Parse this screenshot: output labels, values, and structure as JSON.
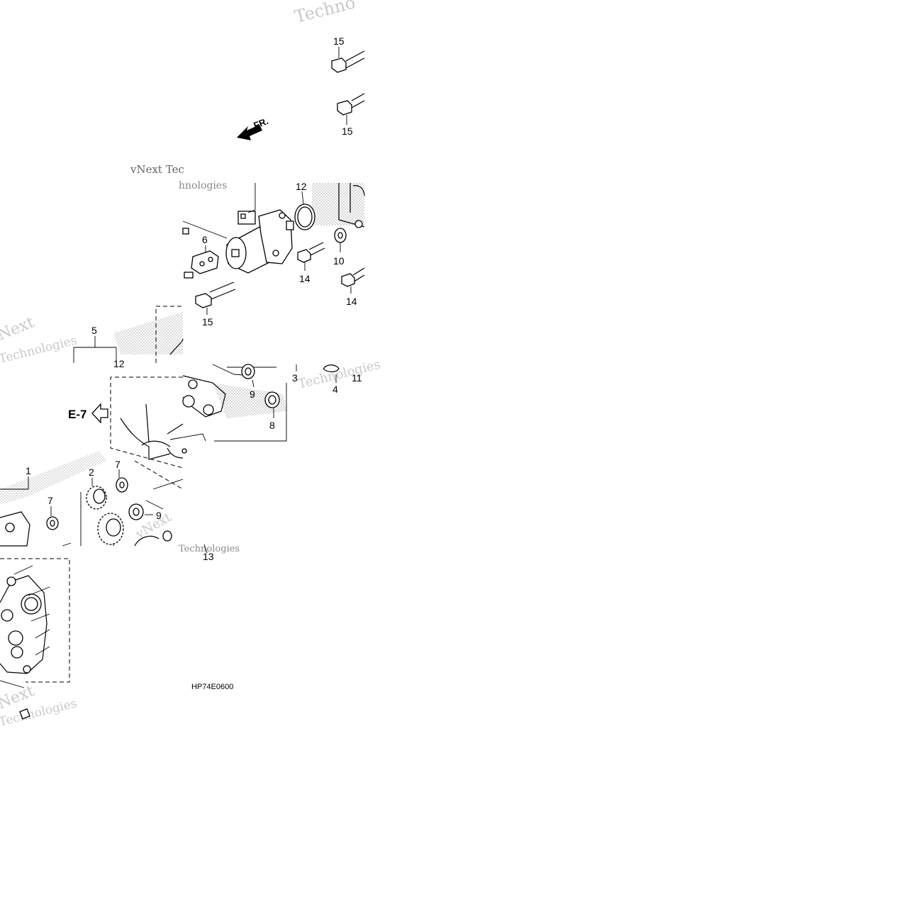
{
  "diagram": {
    "code": "HP74E0600",
    "direction_label": "FR.",
    "reference_label": "E-7",
    "callouts": {
      "c1": "1",
      "c2": "2",
      "c3": "3",
      "c4": "4",
      "c5": "5",
      "c6": "6",
      "c7a": "7",
      "c7b": "7",
      "c8": "8",
      "c9a": "9",
      "c9b": "9",
      "c10": "10",
      "c11": "11",
      "c12a": "12",
      "c12b": "12",
      "c13": "13",
      "c14a": "14",
      "c14b": "14",
      "c15a": "15",
      "c15b": "15",
      "c15c": "15"
    },
    "watermark": {
      "w1": "Techno",
      "w2": "vNext Tec",
      "w3": "hnologies",
      "w4": "Next",
      "w5": "Technologies",
      "w6": "Technologies",
      "w7": "vNext",
      "w8": "Technologies",
      "w9": "Next",
      "w10": "Technologies"
    }
  }
}
